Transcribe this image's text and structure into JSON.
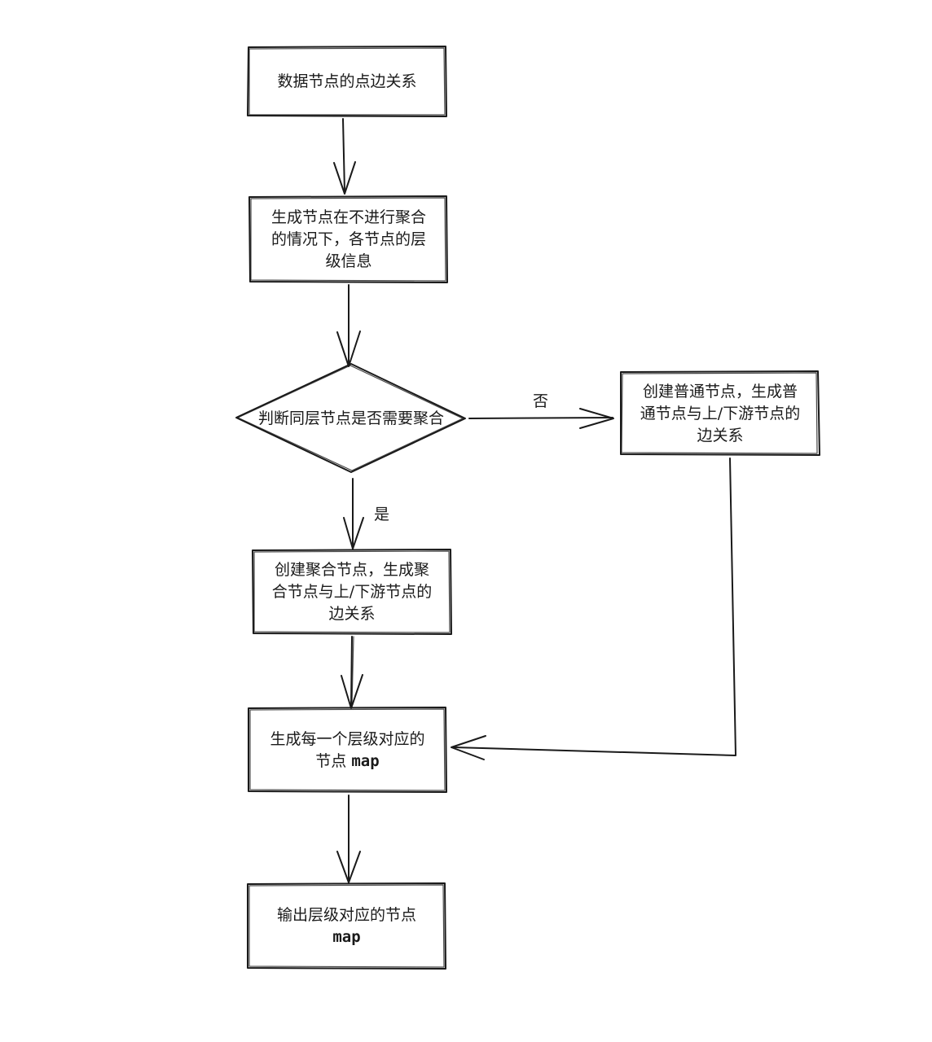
{
  "nodes": {
    "start": {
      "text": "数据节点的点边关系"
    },
    "level_info": {
      "lines": [
        "生成节点在不进行聚合",
        "的情况下，各节点的层",
        "级信息"
      ]
    },
    "decision": {
      "text": "判断同层节点是否需要聚合"
    },
    "normal_node": {
      "lines": [
        "创建普通节点，生成普",
        "通节点与上/下游节点的",
        "边关系"
      ]
    },
    "aggregate_node": {
      "lines": [
        "创建聚合节点，生成聚",
        "合节点与上/下游节点的",
        "边关系"
      ]
    },
    "level_map": {
      "line1": "生成每一个层级对应的",
      "line2_prefix": "节点 ",
      "line2_code": "map"
    },
    "output": {
      "line1": "输出层级对应的节点",
      "line2_code": "map"
    }
  },
  "edges": {
    "no_label": "否",
    "yes_label": "是"
  },
  "style": {
    "stroke_color": "#1a1a1a",
    "background": "#ffffff"
  }
}
